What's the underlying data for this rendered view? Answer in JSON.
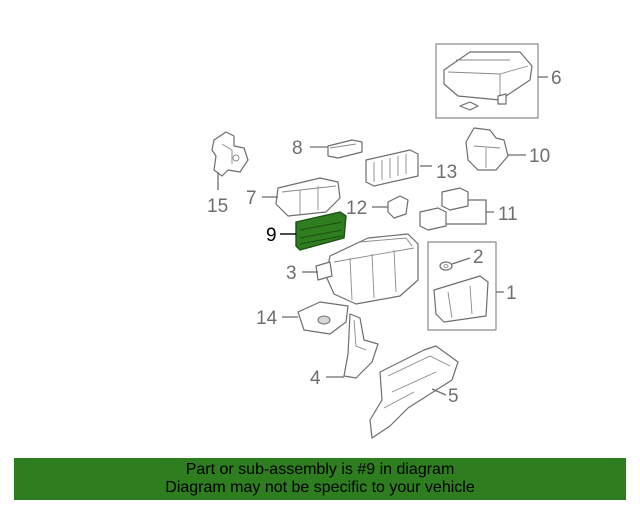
{
  "diagram": {
    "callouts": {
      "c1": "1",
      "c2": "2",
      "c3": "3",
      "c4": "4",
      "c5": "5",
      "c6": "6",
      "c7": "7",
      "c8": "8",
      "c9": "9",
      "c10": "10",
      "c11": "11",
      "c12": "12",
      "c13": "13",
      "c14": "14",
      "c15": "15"
    },
    "highlighted_part": "9",
    "highlight_color": "#2e7d1f"
  },
  "footer": {
    "line1": "Part or sub-assembly is #9 in diagram",
    "line2": "Diagram may not be specific to your vehicle",
    "background": "#2e7d1f"
  }
}
